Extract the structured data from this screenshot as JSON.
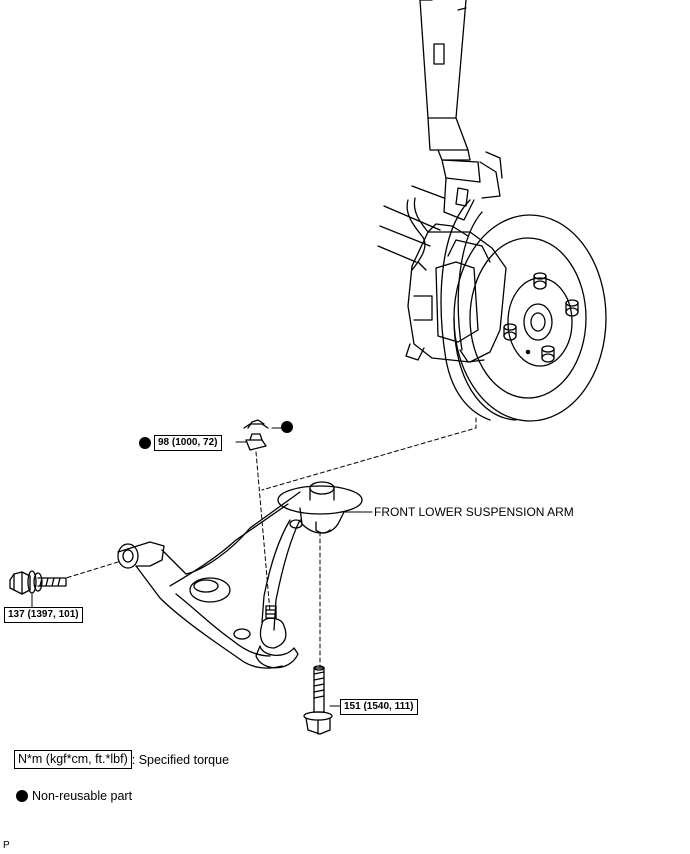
{
  "parts": {
    "front_lower_suspension_arm": "FRONT LOWER SUSPENSION ARM"
  },
  "torques": {
    "nut": "98 (1000, 72)",
    "front_bolt": "137 (1397, 101)",
    "rear_bolt": "151 (1540, 111)"
  },
  "legend": {
    "torque_unit": "N*m (kgf*cm, ft.*lbf)",
    "torque_desc": ": Specified torque",
    "nonreusable_desc": "Non-reusable part"
  },
  "corner_mark": "P",
  "colors": {
    "line": "#000000",
    "background": "#ffffff"
  }
}
